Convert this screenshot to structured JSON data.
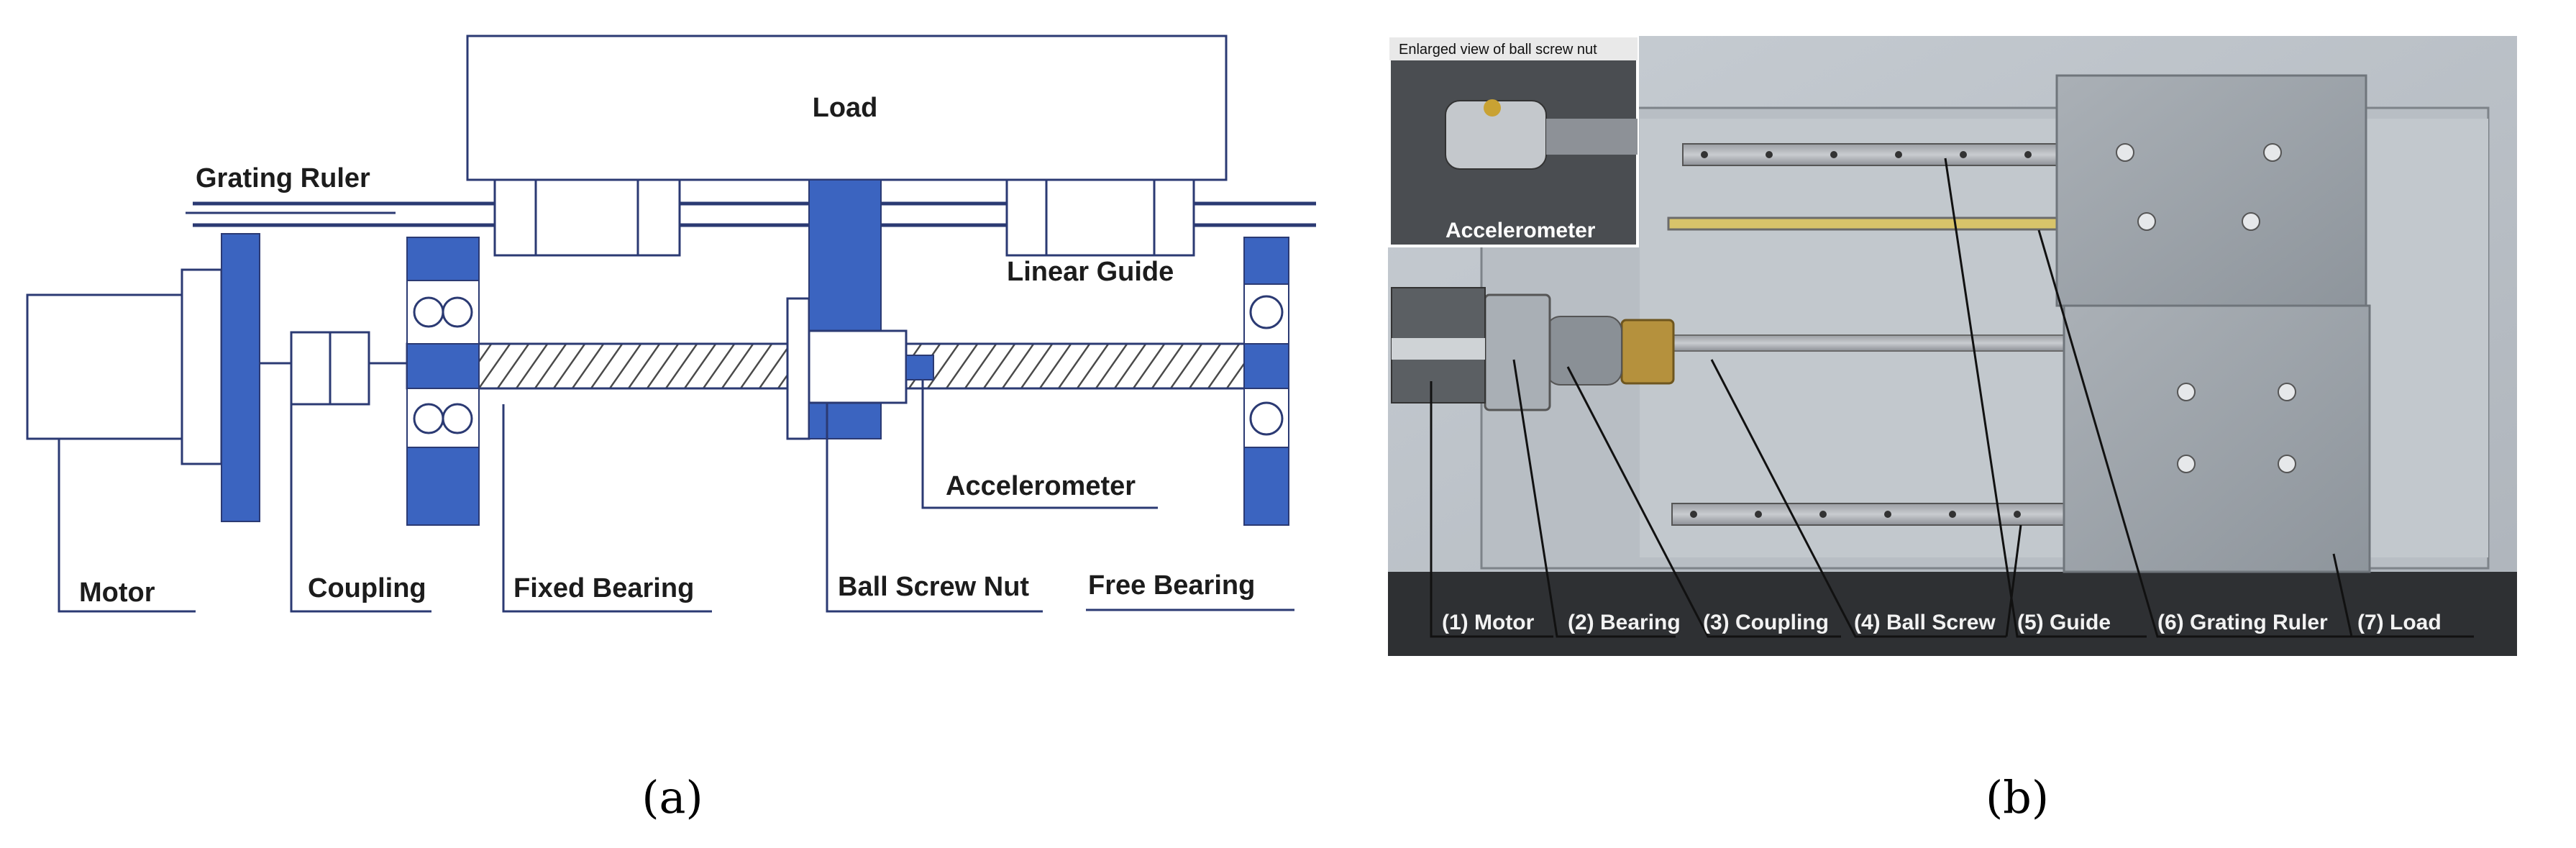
{
  "panel_a": {
    "labels": {
      "load": "Load",
      "grating_ruler": "Grating Ruler",
      "linear_guide": "Linear Guide",
      "accelerometer": "Accelerometer",
      "motor": "Motor",
      "coupling": "Coupling",
      "fixed_bearing": "Fixed Bearing",
      "ball_screw_nut": "Ball Screw Nut",
      "free_bearing": "Free Bearing"
    },
    "caption": "(a)"
  },
  "panel_b": {
    "inset": {
      "title": "Enlarged view of ball screw nut",
      "accelerometer_label": "Accelerometer"
    },
    "labels": [
      "(1) Motor",
      "(2) Bearing",
      "(3) Coupling",
      "(4) Ball Screw",
      "(5) Guide",
      "(6) Grating Ruler",
      "(7) Load"
    ],
    "caption": "(b)"
  },
  "colors": {
    "accent_blue": "#3b64c0",
    "line": "#2b3a73"
  }
}
